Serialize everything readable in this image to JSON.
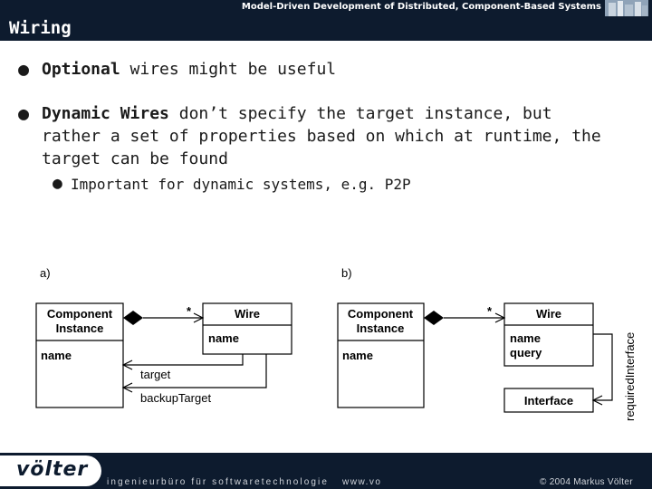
{
  "header": {
    "course_title": "Model-Driven Development of Distributed, Component-Based Systems",
    "slide_title": "Wiring"
  },
  "bullets": [
    {
      "bold": "Optional",
      "text": " wires might be useful"
    },
    {
      "bold": "Dynamic Wires",
      "text": " don’t specify the target instance, but rather a set of properties based on which at runtime, the target can be found"
    }
  ],
  "sub_bullets": [
    {
      "text": "Important for dynamic systems, e.g. P2P"
    }
  ],
  "diagram": {
    "a": {
      "label": "a)",
      "component_name": [
        "Component",
        "Instance"
      ],
      "component_attr": "name",
      "wire_name": "Wire",
      "wire_attrs": [
        "name"
      ],
      "multiplicity": "*",
      "role_target": "target",
      "role_backup": "backupTarget"
    },
    "b": {
      "label": "b)",
      "component_name": [
        "Component",
        "Instance"
      ],
      "component_attr": "name",
      "wire_name": "Wire",
      "wire_attrs": [
        "name",
        "query"
      ],
      "multiplicity": "*",
      "interface_name": "Interface",
      "role_required": "requiredInterface"
    }
  },
  "footer": {
    "logo": "völter",
    "tagline": "ingenieurbüro für softwaretechnologie",
    "website": "www.vo",
    "copyright": "© 2004 Markus Völter"
  },
  "colors": {
    "dark_bar": "#0d1b2e",
    "footer_text": "#d0d4da"
  }
}
